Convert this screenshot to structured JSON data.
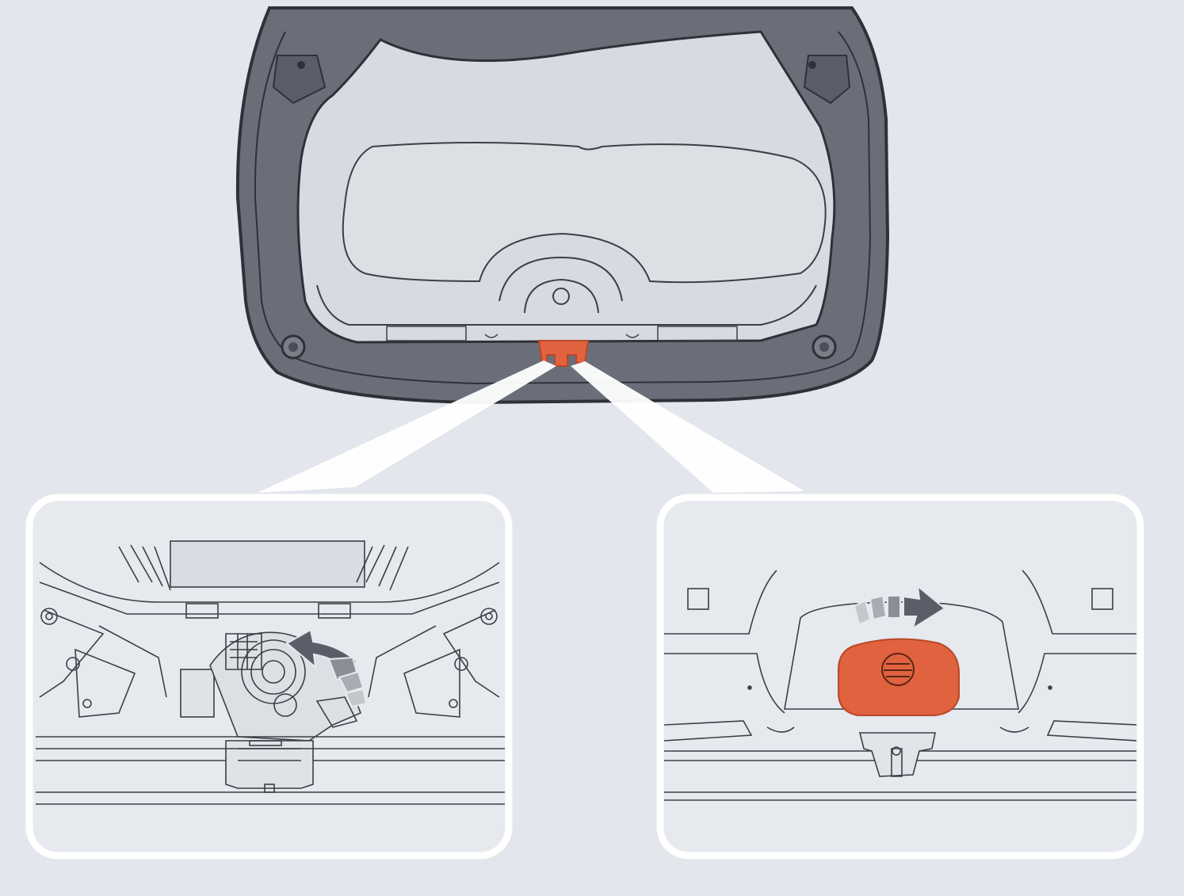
{
  "colors": {
    "background": "#e3e6ec",
    "tailgate_frame": "#6a6e78",
    "tailgate_frame_edge": "#2e3138",
    "trim_panel": "#d7dae0",
    "trim_panel_inner": "#dcdfe4",
    "line": "#3c3f45",
    "highlight_orange": "#e0623e",
    "highlight_orange_dark": "#b8482a",
    "callout_beam": "#ffffff",
    "inset_bg": "#e6e9ee",
    "inset_border": "#ffffff"
  },
  "icons": {
    "release_handle": "orange-release-handle-icon",
    "rotate_arrow": "rotate-arrow-icon",
    "cover_cap": "orange-cover-cap-icon"
  },
  "insets": [
    {
      "name": "latch-mechanism-detail",
      "arrow": "counter-clockwise"
    },
    {
      "name": "cover-cap-detail",
      "arrow": "clockwise"
    }
  ]
}
